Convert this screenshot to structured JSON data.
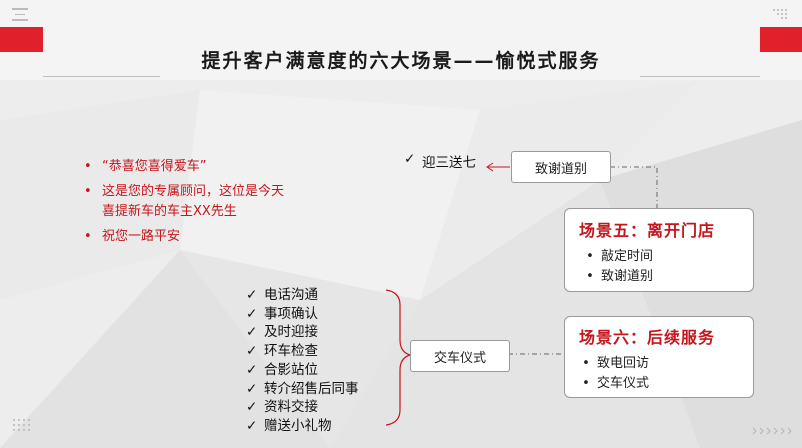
{
  "title": "提升客户满意度的六大场景——愉悦式服务",
  "greetings": [
    "“恭喜您喜得爱车”",
    "这是您的专属顾问，这位是今天喜提新车的车主XX先生",
    "祝您一路平安"
  ],
  "farewell_check": "迎三送七",
  "farewell_box": "致谢道别",
  "scene5": {
    "title": "场景五：离开门店",
    "items": [
      "敲定时间",
      "致谢道别"
    ]
  },
  "scene6": {
    "title": "场景六：后续服务",
    "items": [
      "致电回访",
      "交车仪式"
    ]
  },
  "delivery_box": "交车仪式",
  "delivery_steps": [
    "电话沟通",
    "事项确认",
    "及时迎接",
    "环车检查",
    "合影站位",
    "转介绍售后同事",
    "资料交接",
    "赠送小礼物"
  ],
  "bullet_glyph": "•",
  "check_glyph": "✓",
  "colors": {
    "accent": "#c4161c",
    "bar": "#e0202a",
    "text": "#1a1a1a"
  }
}
